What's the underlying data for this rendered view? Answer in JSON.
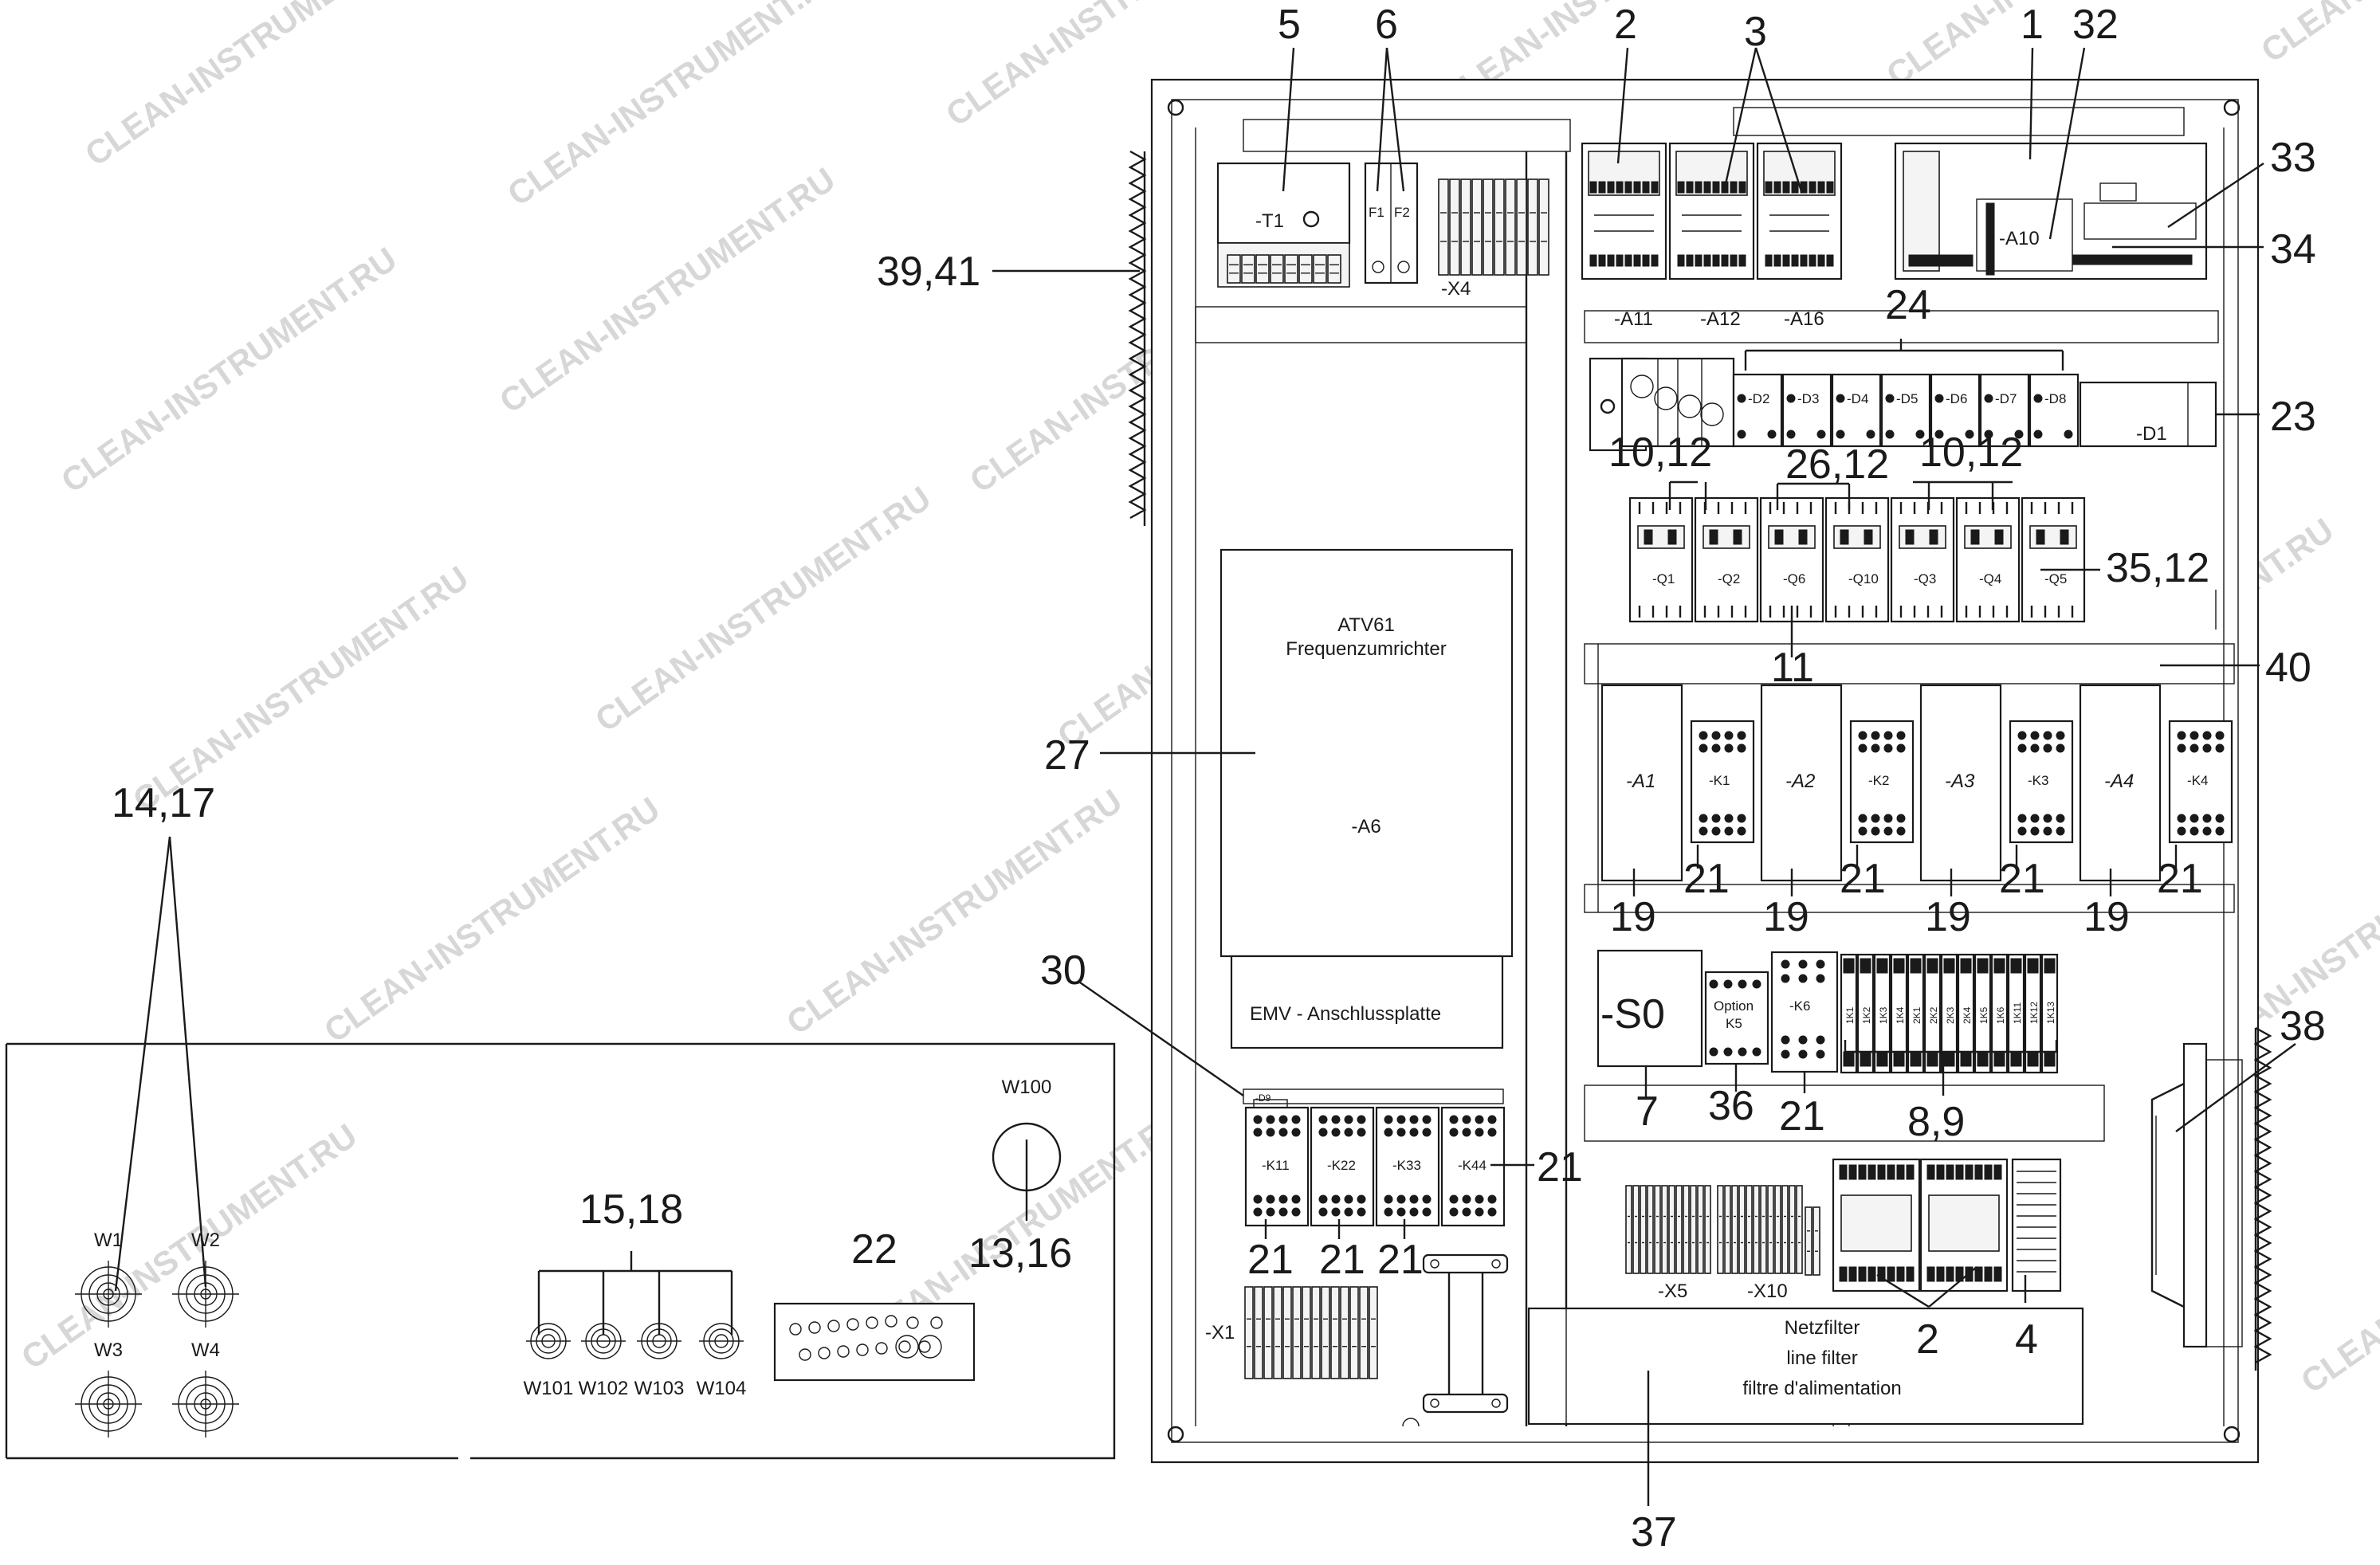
{
  "watermark": "CLEAN-INSTRUMENT.RU",
  "callouts": {
    "c1": "1",
    "c2": "2",
    "c3": "3",
    "c4": "4",
    "c5": "5",
    "c6": "6",
    "c7": "7",
    "c8_9": "8,9",
    "c10_12a": "10,12",
    "c10_12b": "10,12",
    "c11": "11",
    "c13_16": "13,16",
    "c14_17": "14,17",
    "c15_18": "15,18",
    "c19": "19",
    "c21": "21",
    "c22": "22",
    "c23": "23",
    "c24": "24",
    "c26_12": "26,12",
    "c27": "27",
    "c30": "30",
    "c32": "32",
    "c33": "33",
    "c34": "34",
    "c35_12": "35,12",
    "c36": "36",
    "c37": "37",
    "c38": "38",
    "c39_41": "39,41",
    "c40": "40",
    "c2b": "2",
    "c4b": "4"
  },
  "components": {
    "t1": "-T1",
    "f1": "F1",
    "f2": "F2",
    "x4": "-X4",
    "a10": "-A10",
    "a11": "-A11",
    "a12": "-A12",
    "a16": "-A16",
    "d1": "-D1",
    "d_units": [
      "-D2",
      "-D3",
      "-D4",
      "-D5",
      "-D6",
      "-D7",
      "-D8"
    ],
    "q_units": [
      "-Q1",
      "-Q2",
      "-Q6",
      "-Q10",
      "-Q3",
      "-Q4",
      "-Q5"
    ],
    "a_units": [
      "-A1",
      "-A2",
      "-A3",
      "-A4"
    ],
    "k_units": [
      "-K1",
      "-K2",
      "-K3",
      "-K4"
    ],
    "drive_title": "ATV61",
    "drive_subtitle": "Frequenzumrichter",
    "drive_ref": "-A6",
    "emv": "EMV - Anschlussplatte",
    "s0": "-S0",
    "option": "Option",
    "k5": "K5",
    "k6": "-K6",
    "relays": [
      "1K1",
      "1K2",
      "1K3",
      "1K4",
      "2K1",
      "2K2",
      "2K3",
      "2K4",
      "1K5",
      "1K6",
      "1K11",
      "1K12",
      "1K13"
    ],
    "d9": "-D9",
    "kk_units": [
      "-K11",
      "-K22",
      "-K33",
      "-K44"
    ],
    "x1": "-X1",
    "x5": "-X5",
    "x10": "-X10",
    "filter_de": "Netzfilter",
    "filter_en": "line filter",
    "filter_fr": "filtre d'alimentation",
    "w100": "W100",
    "w_conn": [
      "W1",
      "W2",
      "W3",
      "W4"
    ],
    "w_small": [
      "W101",
      "W102",
      "W103",
      "W104"
    ]
  }
}
